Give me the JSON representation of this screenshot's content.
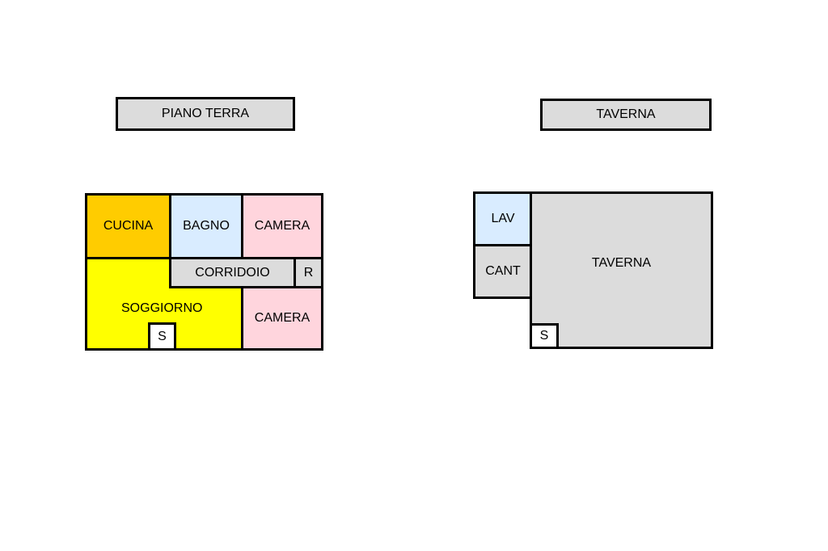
{
  "colors": {
    "outline": "#000000",
    "gray": "#dcdcdc",
    "kitchen": "#ffcc00",
    "bath": "#d9ecff",
    "bedroom": "#ffd5dd",
    "living": "#ffff00",
    "white": "#ffffff"
  },
  "ground_floor": {
    "title": "PIANO TERRA",
    "rooms": {
      "kitchen": "CUCINA",
      "bathroom": "BAGNO",
      "bedroom_top": "CAMERA",
      "corridor": "CORRIDOIO",
      "storage": "R",
      "living": "SOGGIORNO",
      "stairs": "S",
      "bedroom_bottom": "CAMERA"
    }
  },
  "basement": {
    "title": "TAVERNA",
    "rooms": {
      "laundry": "LAV",
      "cellar": "CANT",
      "tavern": "TAVERNA",
      "stairs": "S"
    }
  }
}
